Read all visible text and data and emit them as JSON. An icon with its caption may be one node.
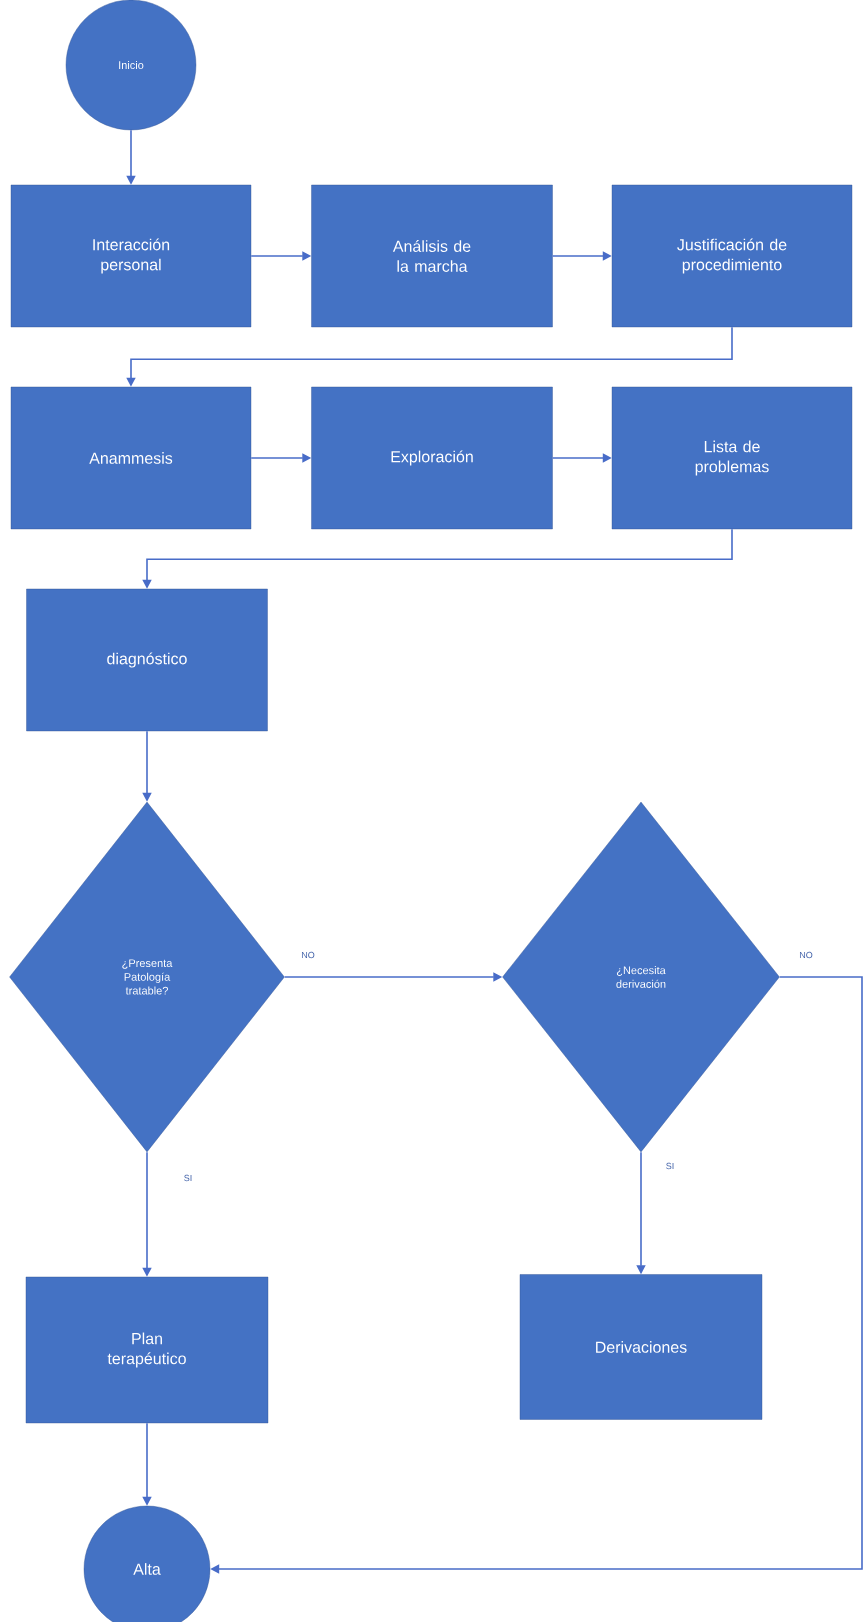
{
  "diagram": {
    "nodes": [
      {
        "text": [
          "Inicio"
        ]
      },
      {
        "text": [
          "Interacción personal"
        ]
      },
      {
        "text": [
          "Análisis de la marcha"
        ]
      },
      {
        "text": [
          "Justificación de procedimiento"
        ]
      },
      {
        "text": [
          "Anammesis"
        ]
      },
      {
        "text": [
          "Exploración"
        ]
      },
      {
        "text": [
          "Lista de problemas"
        ]
      },
      {
        "text": [
          "diagnóstico"
        ]
      },
      {
        "text": [
          "¿Presenta Patología tratable?"
        ]
      },
      {
        "text": [
          "¿Necesita derivación"
        ]
      },
      {
        "text": [
          "Plan terapéutico"
        ]
      },
      {
        "text": [
          "Derivaciones"
        ]
      },
      {
        "text": [
          "Alta"
        ]
      }
    ],
    "edges": [
      {
        "from": 0,
        "to": 1,
        "arrow": "to"
      },
      {
        "from": 1,
        "to": 2,
        "arrow": "to"
      },
      {
        "from": 2,
        "to": 3,
        "arrow": "to"
      },
      {
        "from": 3,
        "to": 4,
        "arrow": "to"
      },
      {
        "from": 4,
        "to": 5,
        "arrow": "to"
      },
      {
        "from": 5,
        "to": 6,
        "arrow": "to"
      },
      {
        "from": 6,
        "to": 7,
        "arrow": "to"
      },
      {
        "from": 7,
        "to": 8,
        "arrow": "to"
      },
      {
        "from": 8,
        "to": 9,
        "arrow": "to",
        "label": "NO"
      },
      {
        "from": 8,
        "to": 10,
        "arrow": "to",
        "label": "SI"
      },
      {
        "from": 9,
        "to": 11,
        "arrow": "to",
        "label": "SI"
      },
      {
        "from": 9,
        "to": 12,
        "arrow": "to",
        "label": "NO"
      },
      {
        "from": 10,
        "to": 12,
        "arrow": "to"
      }
    ]
  }
}
